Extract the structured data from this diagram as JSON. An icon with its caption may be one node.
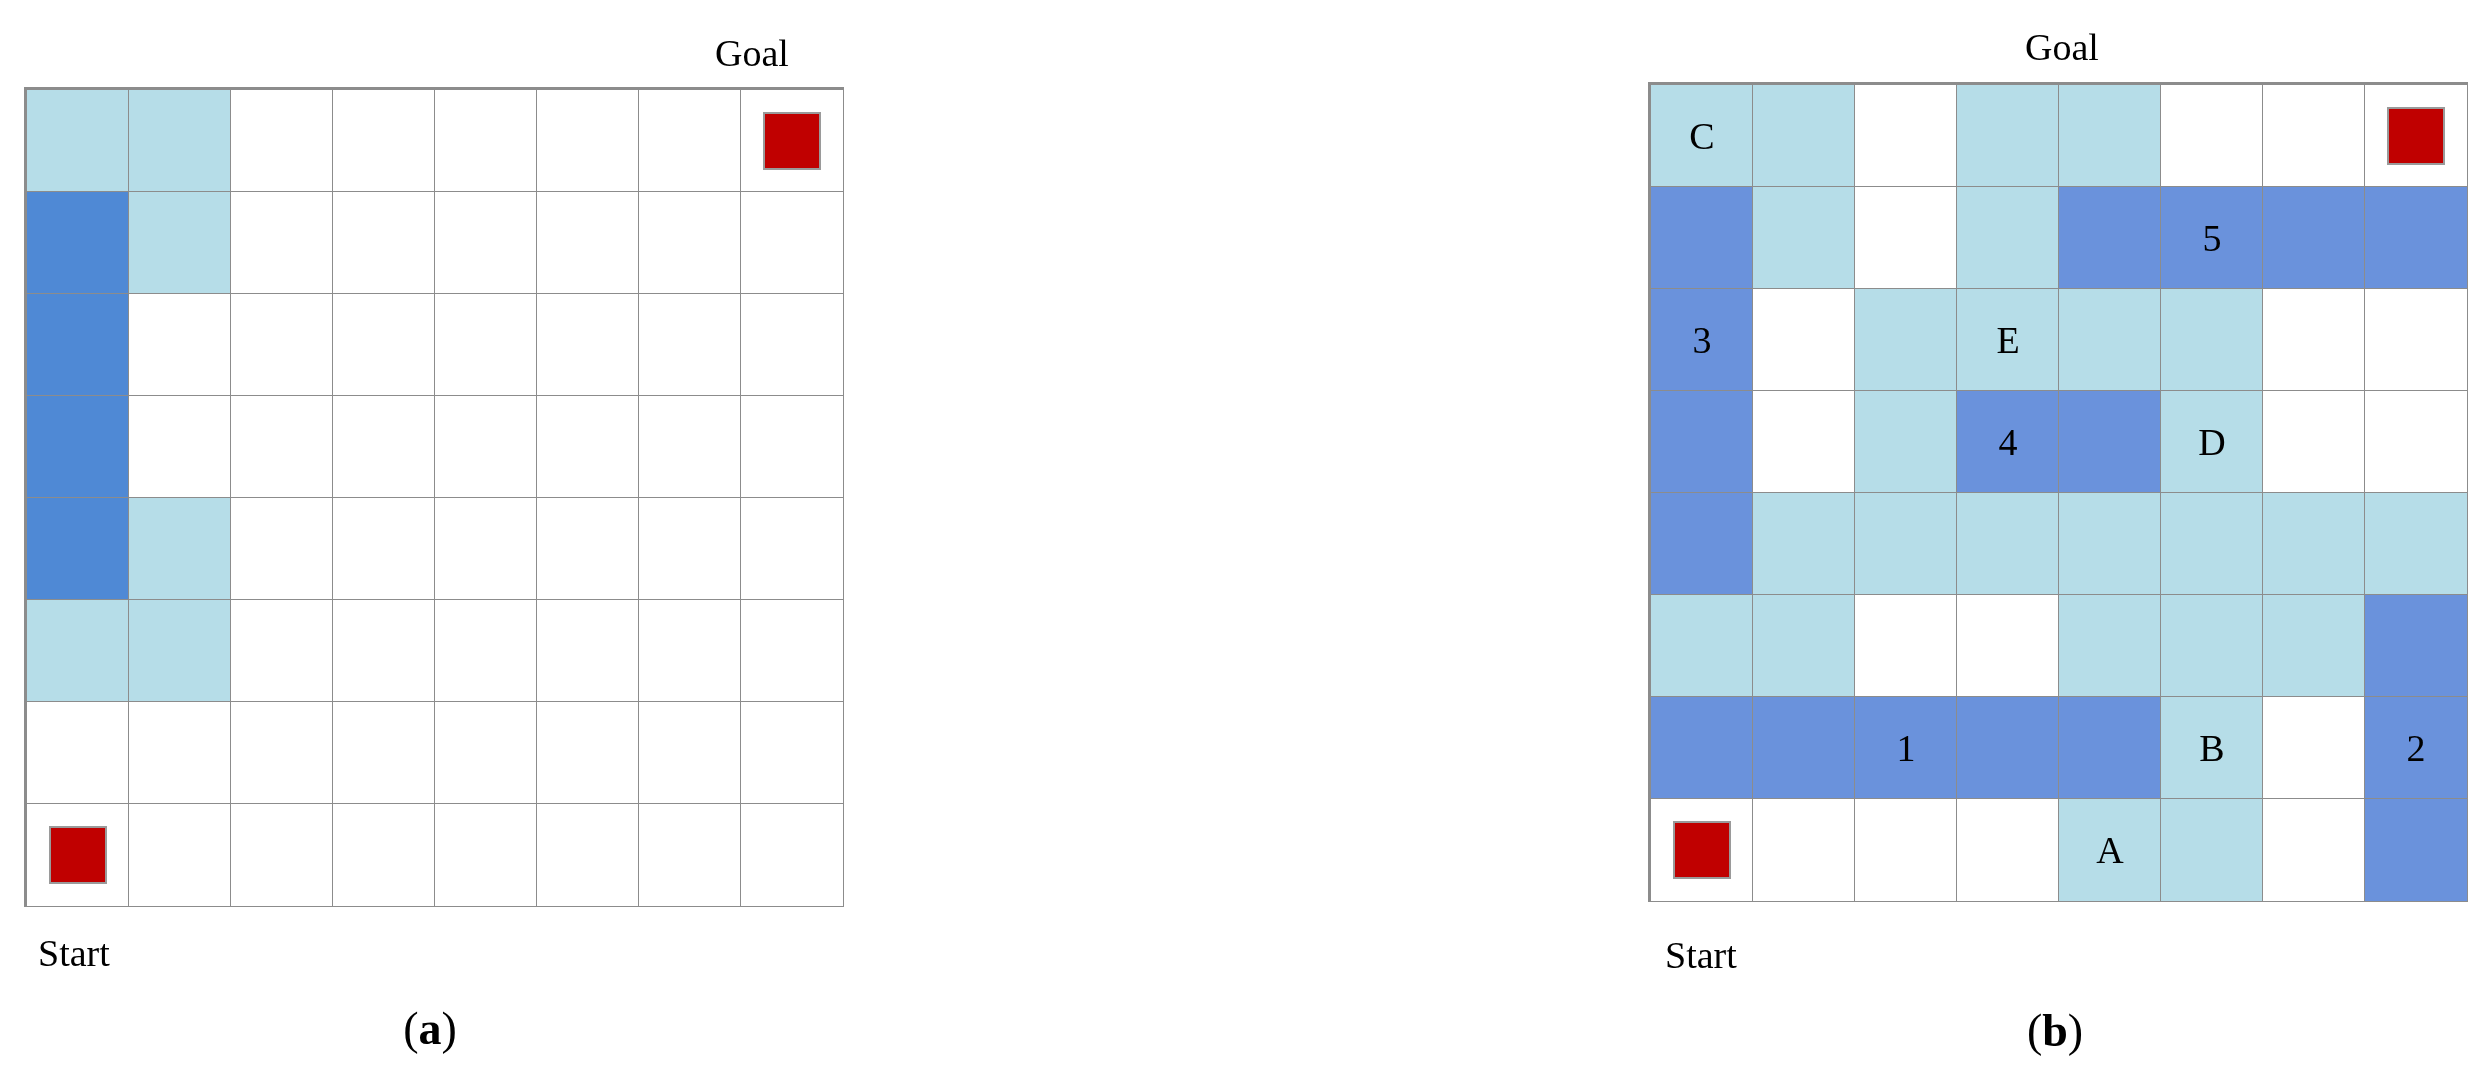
{
  "diagram": {
    "labels": [
      "Goal",
      "Start",
      "(**a**)",
      "Goal",
      "C",
      "5",
      "3",
      "E",
      "4",
      "D",
      "1",
      "B",
      "2",
      "A",
      "Start",
      "(**b**)"
    ]
  }
}
